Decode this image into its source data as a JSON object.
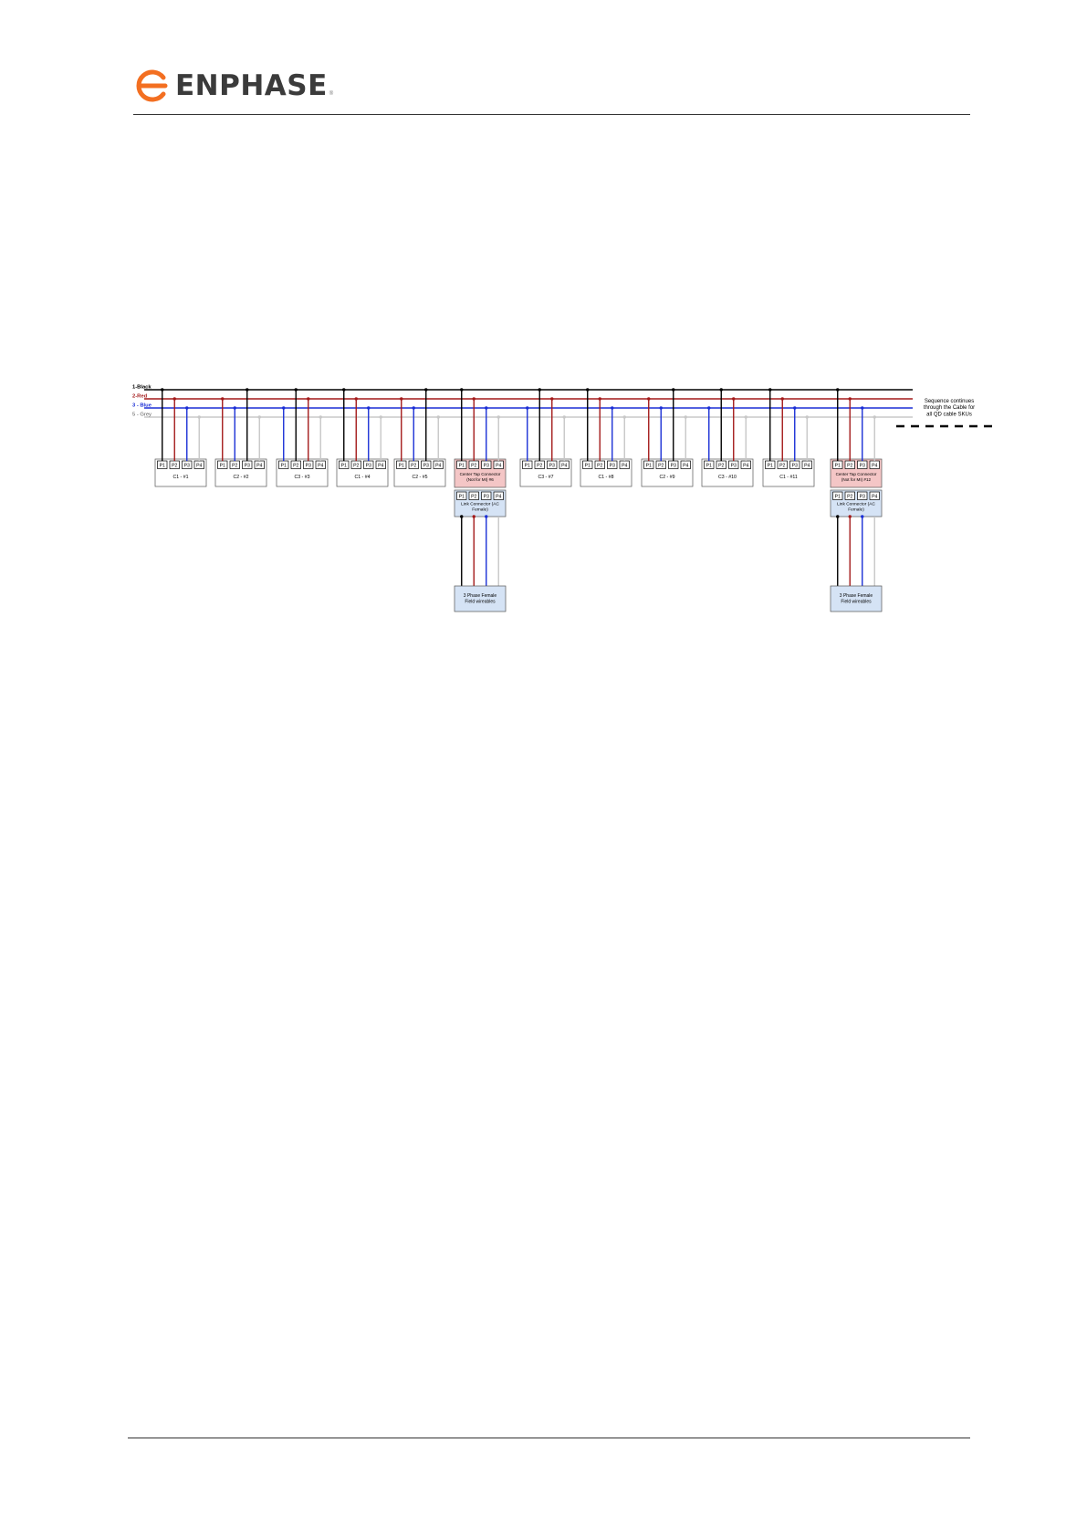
{
  "header": {
    "brand": "ENPHASE",
    "registered_mark": "®",
    "logo_color": "#f36f21"
  },
  "legend": [
    {
      "label": "1-Black",
      "color": "#000000"
    },
    {
      "label": "2-Red",
      "color": "#a31a1a"
    },
    {
      "label": "3 - Blue",
      "color": "#1b2fd6"
    },
    {
      "label": "5 - Grey",
      "color": "#c8c8c8"
    }
  ],
  "note": [
    "Sequence continues",
    "through the Cable for",
    "all QD cable SKUs"
  ],
  "ports": [
    "P1",
    "P2",
    "P3",
    "P4"
  ],
  "connectors": [
    {
      "label": [
        "C1 - #1"
      ],
      "taps": [
        "black",
        "red",
        "blue"
      ]
    },
    {
      "label": [
        "C2 - #2"
      ],
      "taps": [
        "red",
        "blue",
        "black"
      ]
    },
    {
      "label": [
        "C3 - #3"
      ],
      "taps": [
        "blue",
        "black",
        "red"
      ]
    },
    {
      "label": [
        "C1 - #4"
      ],
      "taps": [
        "black",
        "red",
        "blue"
      ]
    },
    {
      "label": [
        "C2 - #5"
      ],
      "taps": [
        "red",
        "blue",
        "black"
      ]
    },
    {
      "label": [
        "Center Tap Connector",
        "(Not for MI) #6"
      ],
      "taps": [
        "black",
        "red",
        "blue"
      ],
      "center_tap": true
    },
    {
      "label": [
        "C3 - #7"
      ],
      "taps": [
        "blue",
        "black",
        "red"
      ]
    },
    {
      "label": [
        "C1 - #8"
      ],
      "taps": [
        "black",
        "red",
        "blue"
      ]
    },
    {
      "label": [
        "C2 - #9"
      ],
      "taps": [
        "red",
        "blue",
        "black"
      ]
    },
    {
      "label": [
        "C3 - #10"
      ],
      "taps": [
        "blue",
        "black",
        "red"
      ]
    },
    {
      "label": [
        "C1 - #11"
      ],
      "taps": [
        "black",
        "red",
        "blue"
      ]
    },
    {
      "label": [
        "Center Tap Connector",
        "(Not for MI) #12"
      ],
      "taps": [
        "black",
        "red",
        "blue"
      ],
      "center_tap": true
    }
  ],
  "link_connector": {
    "label": [
      "Link Connector (AC",
      "Female)"
    ]
  },
  "field_wireable": {
    "label": [
      "3 Phase Female",
      "Field wireables"
    ]
  },
  "colors": {
    "black": "#000000",
    "red": "#a31a1a",
    "blue": "#1b2fd6",
    "grey": "#c8c8c8",
    "center_tap_fill": "#f4c6c6",
    "link_fill": "#d5e3f5"
  }
}
